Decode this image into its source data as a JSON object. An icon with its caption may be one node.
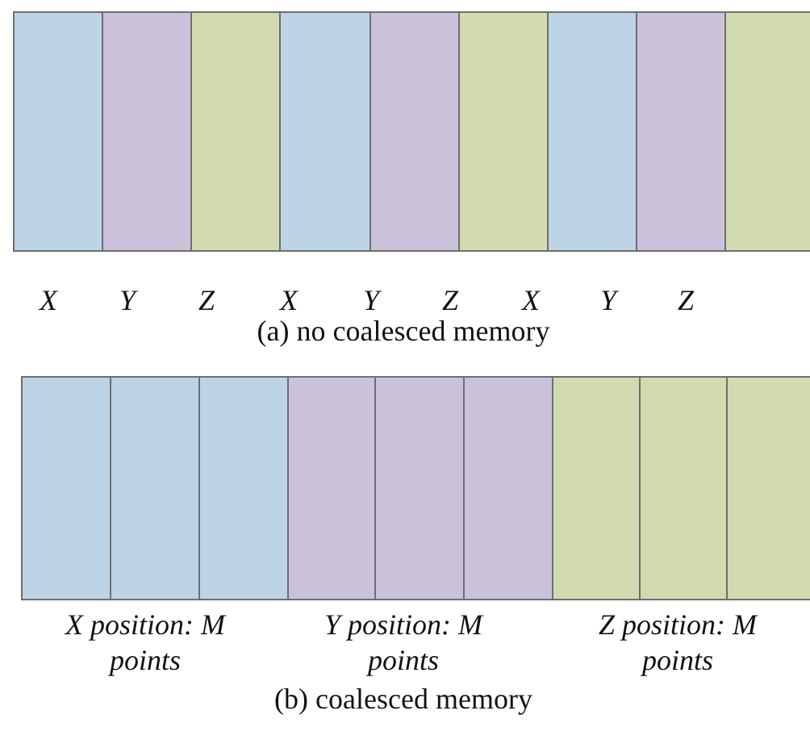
{
  "diagram": {
    "nodes": [
      {
        "text": [],
        "shape": "box"
      },
      {
        "text": [],
        "shape": "box"
      },
      {
        "text": [],
        "shape": "box"
      },
      {
        "text": [],
        "shape": "box"
      },
      {
        "text": [],
        "shape": "box"
      },
      {
        "text": [],
        "shape": "box"
      },
      {
        "text": [],
        "shape": "box"
      },
      {
        "text": [],
        "shape": "box"
      },
      {
        "text": [],
        "shape": "box"
      },
      {
        "text": [],
        "shape": "box"
      },
      {
        "text": [],
        "shape": "box"
      },
      {
        "text": [],
        "shape": "box"
      },
      {
        "text": [],
        "shape": "box"
      },
      {
        "text": [],
        "shape": "box"
      },
      {
        "text": [],
        "shape": "box"
      },
      {
        "text": [],
        "shape": "box"
      },
      {
        "text": [],
        "shape": "box"
      },
      {
        "text": [],
        "shape": "box"
      }
    ],
    "labels": [
      "X",
      "Y",
      "Z",
      "X",
      "Y",
      "Z",
      "X",
      "Y",
      "Z",
      "(a) no coalesced memory",
      "X position: M points",
      "Y position: M points",
      "Z position: M points",
      "(b) coalesced memory"
    ]
  }
}
